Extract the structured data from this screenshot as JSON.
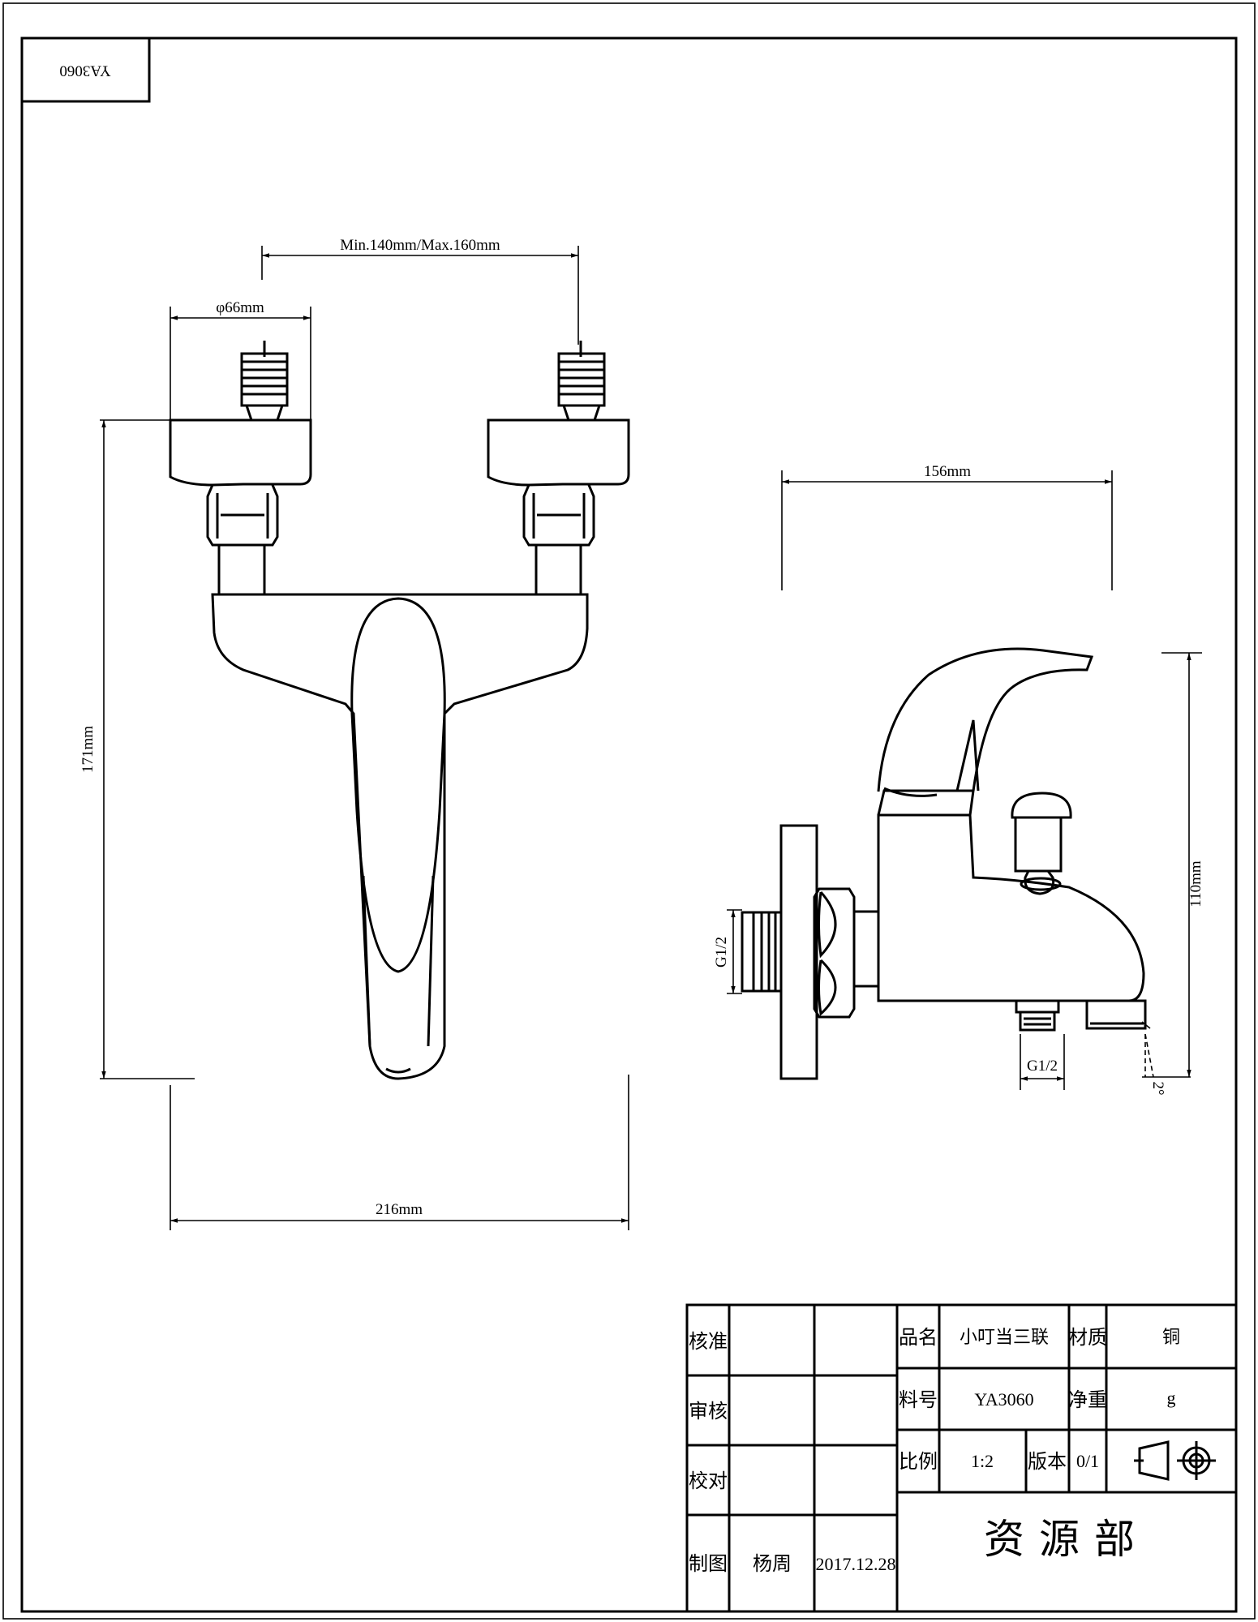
{
  "drawing": {
    "corner_code": "YA3060",
    "front_view": {
      "dim_spacing": "Min.140mm/Max.160mm",
      "dim_flange": "φ66mm",
      "dim_height": "171mm",
      "dim_width": "216mm"
    },
    "side_view": {
      "dim_width": "156mm",
      "dim_height": "110mm",
      "inlet_thread": "G1/2",
      "outlet_thread": "G1/2",
      "angle": "2°"
    }
  },
  "title_block": {
    "approve_label": "核准",
    "review_label": "审核",
    "check_label": "校对",
    "drawn_label": "制图",
    "drawn_by": "杨周",
    "drawn_date": "2017.12.28",
    "name_label": "品名",
    "name_value": "小叮当三联",
    "material_label": "材质",
    "material_value": "铜",
    "part_no_label": "料号",
    "part_no_value": "YA3060",
    "net_weight_label": "净重",
    "net_weight_value": "g",
    "scale_label": "比例",
    "scale_value": "1:2",
    "version_label": "版本",
    "version_value": "0/1",
    "department": "资源部"
  }
}
